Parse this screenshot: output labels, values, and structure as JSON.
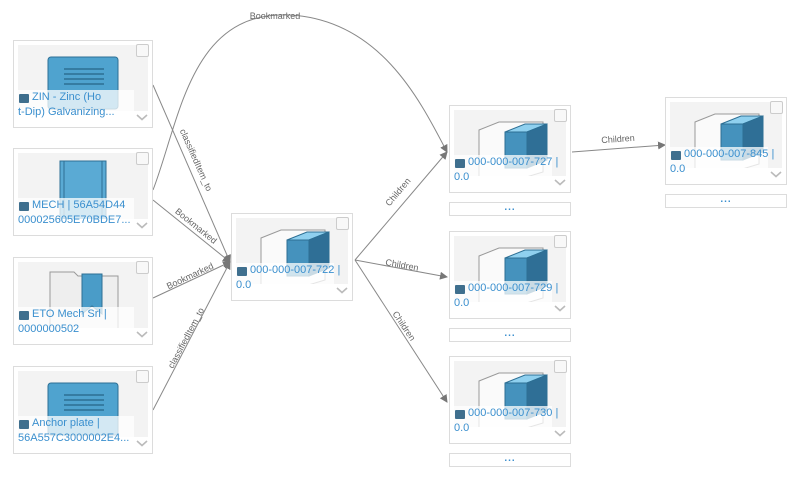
{
  "nodes": [
    {
      "id": "zin",
      "line1": "ZIN - Zinc (Ho",
      "line2": "t-Dip) Galvanizing...",
      "icon": "document-icon",
      "type": "doc",
      "more": false
    },
    {
      "id": "mech",
      "line1": "MECH | 56A54D44",
      "line2": "000025605E70BDE7...",
      "icon": "bookmark-icon",
      "type": "bookmark",
      "more": false
    },
    {
      "id": "eto",
      "line1": "ETO Mech Srl |",
      "line2": "0000000502",
      "icon": "folder-bookmark-icon",
      "type": "folder",
      "more": false
    },
    {
      "id": "anchor",
      "line1": "Anchor plate |",
      "line2": "56A557C3000002E4...",
      "icon": "document-icon",
      "type": "doc",
      "more": false
    },
    {
      "id": "n722",
      "line1": "000-000-007-722 |",
      "line2": "0.0",
      "icon": "part-icon",
      "type": "part",
      "more": false
    },
    {
      "id": "n727",
      "line1": "000-000-007-727 |",
      "line2": "0.0",
      "icon": "part-icon",
      "type": "part",
      "more": true
    },
    {
      "id": "n729",
      "line1": "000-000-007-729 |",
      "line2": "0.0",
      "icon": "part-icon",
      "type": "part",
      "more": true
    },
    {
      "id": "n730",
      "line1": "000-000-007-730 |",
      "line2": "0.0",
      "icon": "part-icon",
      "type": "part",
      "more": true
    },
    {
      "id": "n845",
      "line1": "000-000-007-845 |",
      "line2": "0.0",
      "icon": "part-icon",
      "type": "part",
      "more": true
    }
  ],
  "more_label": "...",
  "edges": [
    {
      "label": "Bookmarked"
    },
    {
      "label": "classifiedItem_to"
    },
    {
      "label": "Bookmarked"
    },
    {
      "label": "Bookmarked"
    },
    {
      "label": "classifiedItem_to"
    },
    {
      "label": "Children"
    },
    {
      "label": "Children"
    },
    {
      "label": "Children"
    },
    {
      "label": "Children"
    }
  ],
  "colors": {
    "accent": "#3a8fce",
    "edge": "#888888"
  }
}
